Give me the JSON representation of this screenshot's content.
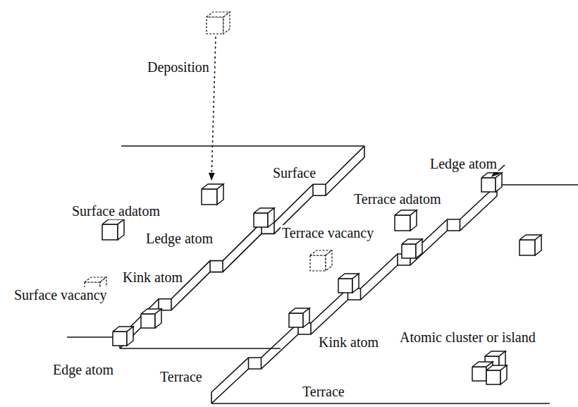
{
  "diagram": {
    "labels": [
      "Deposition",
      "Surface",
      "Ledge atom",
      "Terrace adatom",
      "Surface adatom",
      "Ledge atom",
      "Terrace vacancy",
      "Surface vacancy",
      "Kink atom",
      "Kink atom",
      "Atomic cluster or island",
      "Edge atom",
      "Terrace",
      "Terrace"
    ]
  }
}
